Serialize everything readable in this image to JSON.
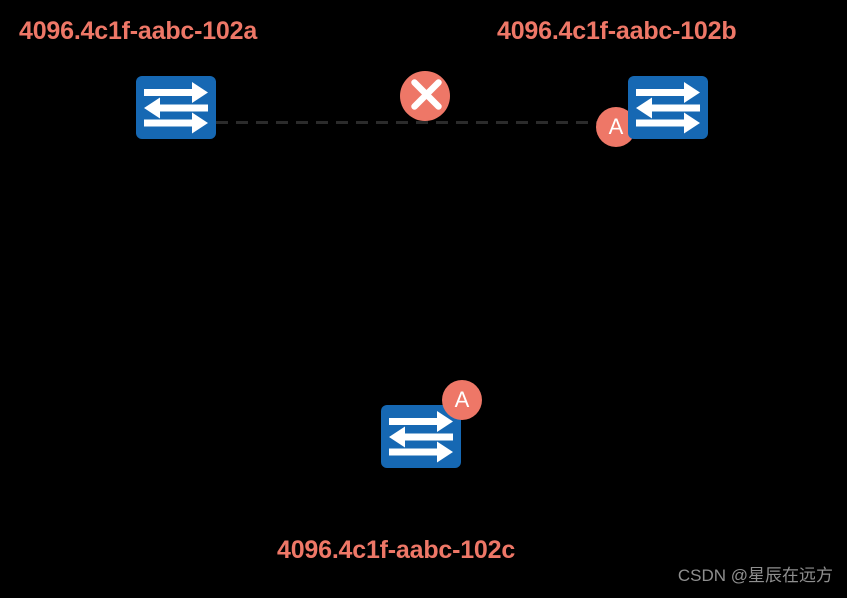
{
  "diagram": {
    "background_color": "#000000",
    "accent_color": "#EE7767",
    "device_color": "#1668B3",
    "link_color": "#2b2b2b",
    "nodes": [
      {
        "id": "switch-a",
        "label": "4096.4c1f-aabc-102a",
        "icon": "network-switch-icon",
        "badge": null
      },
      {
        "id": "switch-b",
        "label": "4096.4c1f-aabc-102b",
        "icon": "network-switch-icon",
        "badge": "A"
      },
      {
        "id": "switch-c",
        "label": "4096.4c1f-aabc-102c",
        "icon": "network-switch-icon",
        "badge": "A"
      }
    ],
    "links": [
      {
        "id": "link-a-b",
        "from": "switch-a",
        "to": "switch-b",
        "style": "dashed",
        "status_marker": "blocked"
      }
    ],
    "markers": {
      "fault": "✕"
    }
  },
  "watermark": {
    "text": "CSDN @星辰在远方"
  }
}
